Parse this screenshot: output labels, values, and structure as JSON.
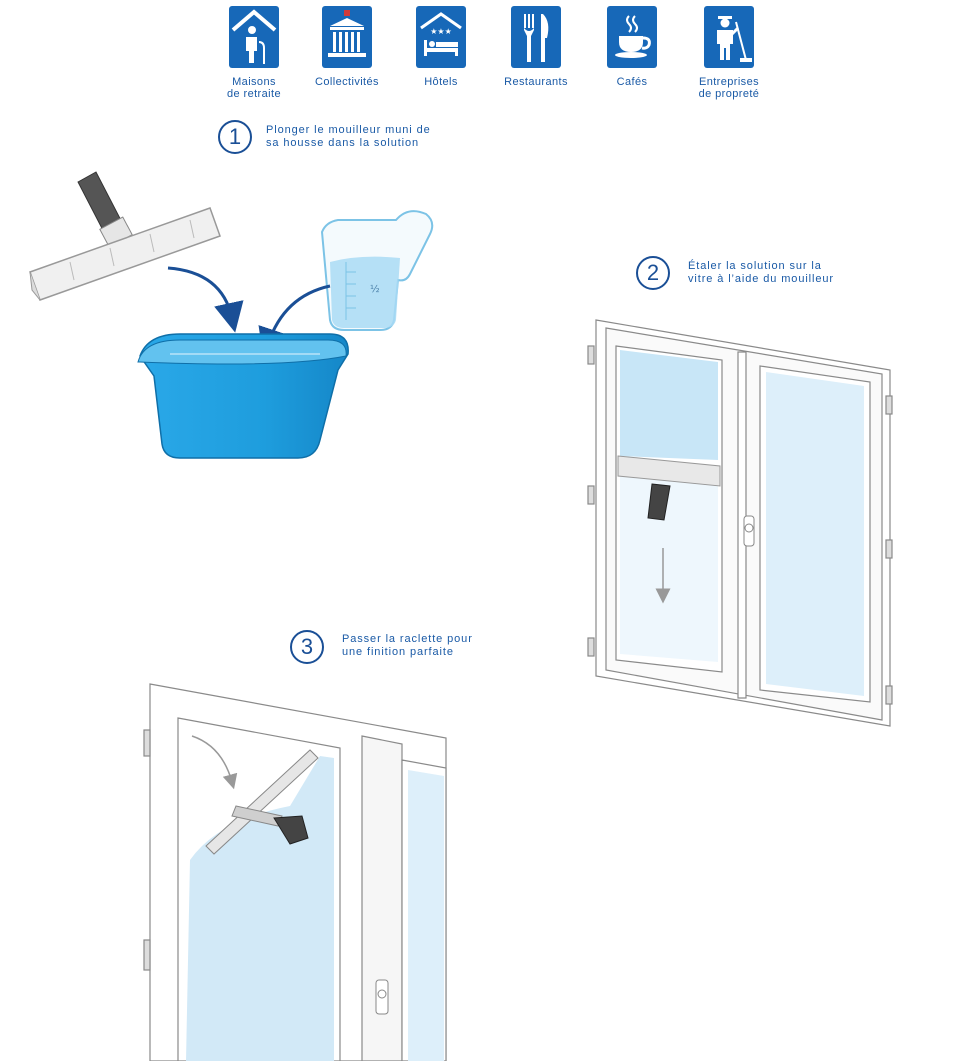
{
  "sectors": [
    {
      "label": "Maisons\nde retraite",
      "icon": "elderly-person-house-icon"
    },
    {
      "label": "Collectivités",
      "icon": "public-building-icon"
    },
    {
      "label": "Hôtels",
      "icon": "hotel-bed-icon"
    },
    {
      "label": "Restaurants",
      "icon": "fork-knife-icon"
    },
    {
      "label": "Cafés",
      "icon": "coffee-cup-icon"
    },
    {
      "label": "Entreprises\nde propreté",
      "icon": "cleaning-worker-icon"
    }
  ],
  "steps": [
    {
      "number": "1",
      "text": "Plonger le mouilleur muni de\nsa housse dans la solution"
    },
    {
      "number": "2",
      "text": "Étaler la solution sur la\nvitre à l’aide du mouilleur"
    },
    {
      "number": "3",
      "text": "Passer la raclette pour\nune finition parfaite"
    }
  ],
  "jug_mark": "½",
  "colors": {
    "brand_blue": "#1768b8",
    "text_blue": "#1a5aa6",
    "bucket_blue": "#1ea0e0",
    "glass_blue": "#d6ecf8"
  }
}
